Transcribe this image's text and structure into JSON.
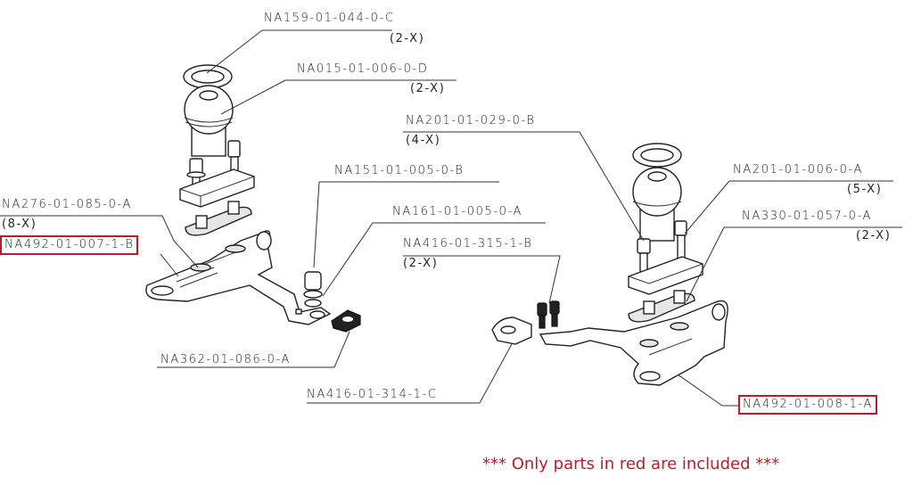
{
  "diagram": {
    "labels": [
      {
        "id": "na159",
        "part": "NA159-01-044-0-C",
        "qty": "(2-X)",
        "included": false
      },
      {
        "id": "na015",
        "part": "NA015-01-006-0-D",
        "qty": "(2-X)",
        "included": false
      },
      {
        "id": "na201_029",
        "part": "NA201-01-029-0-B",
        "qty": "(4-X)",
        "included": false
      },
      {
        "id": "na151",
        "part": "NA151-01-005-0-B",
        "qty": "",
        "included": false
      },
      {
        "id": "na201_006",
        "part": "NA201-01-006-0-A",
        "qty": "(5-X)",
        "included": false
      },
      {
        "id": "na276",
        "part": "NA276-01-085-0-A",
        "qty": "(8-X)",
        "included": false
      },
      {
        "id": "na161",
        "part": "NA161-01-005-0-A",
        "qty": "",
        "included": false
      },
      {
        "id": "na330",
        "part": "NA330-01-057-0-A",
        "qty": "(2-X)",
        "included": false
      },
      {
        "id": "na492_007",
        "part": "NA492-01-007-1-B",
        "qty": "",
        "included": true
      },
      {
        "id": "na416_315",
        "part": "NA416-01-315-1-B",
        "qty": "(2-X)",
        "included": false
      },
      {
        "id": "na362",
        "part": "NA362-01-086-0-A",
        "qty": "",
        "included": false
      },
      {
        "id": "na416_314",
        "part": "NA416-01-314-1-C",
        "qty": "",
        "included": false
      },
      {
        "id": "na492_008",
        "part": "NA492-01-008-1-A",
        "qty": "",
        "included": true
      }
    ],
    "note": "*** Only parts in red are included ***",
    "colors": {
      "highlight": "#b3202c",
      "line": "#333333",
      "background": "#ffffff"
    }
  }
}
